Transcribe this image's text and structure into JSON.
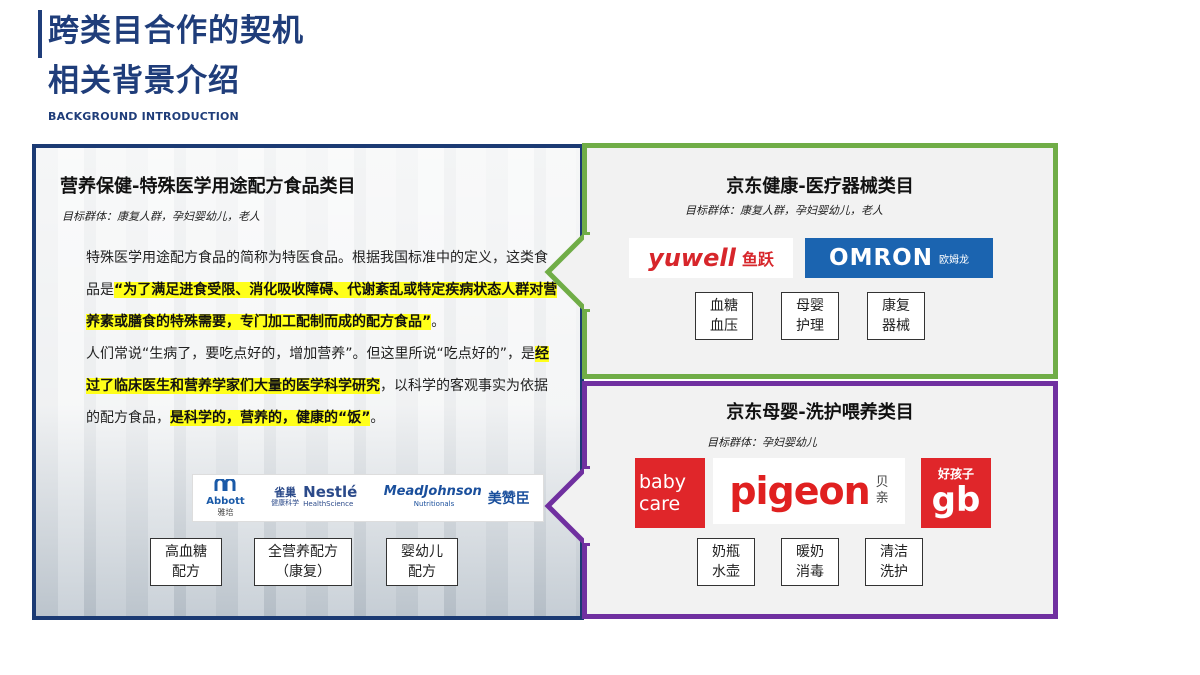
{
  "header": {
    "title_line1": "跨类目合作的契机",
    "title_line2": "相关背景介绍",
    "subtitle_en": "BACKGROUND INTRODUCTION"
  },
  "left_panel": {
    "title": "营养保健-特殊医学用途配方食品类目",
    "target": "目标群体：康复人群，孕妇婴幼儿，老人",
    "para1_a": "特殊医学用途配方食品的简称为特医食品。根据我国标准中的定义，这类食品是",
    "para1_hl": "“为了满足进食受限、消化吸收障碍、代谢紊乱或特定疾病状态人群对营养素或膳食的特殊需要，专门加工配制而成的配方食品”",
    "para1_b": "。",
    "para2_a": "人们常说“生病了，要吃点好的，增加营养”。但这里所说“吃点好的”，是",
    "para2_hl1": "经过了临床医生和营养学家们大量的医学科学研究",
    "para2_b": "，以科学的客观事实为依据的配方食品，",
    "para2_hl2": "是科学的，营养的，健康的“饭”",
    "para2_c": "。",
    "logos": {
      "abbott_en": "Abbott",
      "abbott_cn": "雅培",
      "nestle_cn": "雀巢",
      "nestle_sub": "健康科学",
      "nestle_en": "Nestlé",
      "nestle_hs": "HealthScience",
      "meadjohnson_en": "MeadJohnson",
      "meadjohnson_sub": "Nutritionals",
      "meadjohnson_cn": "美赞臣"
    },
    "tags": [
      "高血糖\n配方",
      "全营养配方\n（康复）",
      "婴幼儿\n配方"
    ]
  },
  "green_panel": {
    "title": "京东健康-医疗器械类目",
    "target": "目标群体：康复人群，孕妇婴幼儿，老人",
    "logos": {
      "yuwell_en": "yuwell",
      "yuwell_cn": "鱼跃",
      "omron_en": "OMRON",
      "omron_cn": "欧姆龙"
    },
    "tags": [
      "血糖\n血压",
      "母婴\n护理",
      "康复\n器械"
    ],
    "border_color": "#70ad47"
  },
  "purple_panel": {
    "title": "京东母婴-洗护喂养类目",
    "target": "目标群体：孕妇婴幼儿",
    "logos": {
      "babycare_line1": "baby",
      "babycare_line2": "care",
      "pigeon_en": "pigeon",
      "pigeon_cn": "贝\n亲",
      "gb_cn": "好孩子",
      "gb_en": "gb"
    },
    "tags": [
      "奶瓶\n水壶",
      "暖奶\n消毒",
      "清洁\n洗护"
    ],
    "border_color": "#7030a0"
  },
  "colors": {
    "navy": "#1f3d7a",
    "highlight": "#ffff1a",
    "yuwell_red": "#d7262b",
    "omron_blue": "#1b64b0",
    "babycare_red": "#e0262a",
    "pigeon_red": "#e02020"
  }
}
